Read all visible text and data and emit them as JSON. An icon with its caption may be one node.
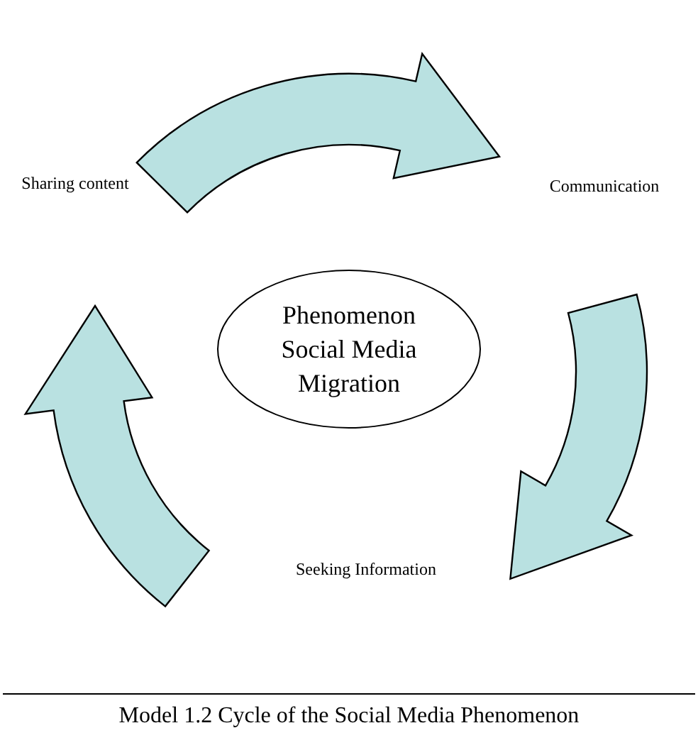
{
  "diagram": {
    "caption": "Model 1.2 Cycle of the Social Media Phenomenon",
    "nodes": [
      {
        "text": [
          "Sharing content"
        ]
      },
      {
        "text": [
          "Communication"
        ]
      },
      {
        "text": [
          "Phenomenon Social Media Migration"
        ]
      },
      {
        "text": [
          "Seeking Information"
        ]
      }
    ],
    "edges": [
      {
        "from": 0,
        "to": 1,
        "arrow": "to"
      },
      {
        "from": 1,
        "to": 3,
        "arrow": "to"
      },
      {
        "from": 3,
        "to": 0,
        "arrow": "to"
      }
    ]
  }
}
